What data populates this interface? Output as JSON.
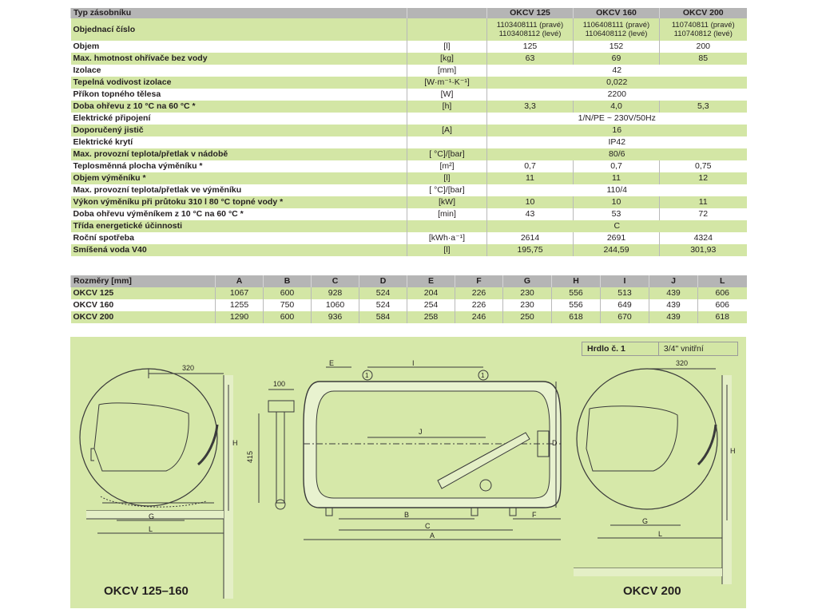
{
  "spec": {
    "header": {
      "label": "Typ zásobníku",
      "models": [
        "OKCV 125",
        "OKCV 160",
        "OKCV 200"
      ]
    },
    "order": {
      "label": "Objednací číslo",
      "codes": [
        [
          "1103408111 (pravé)",
          "1103408112 (levé)"
        ],
        [
          "1106408111 (pravé)",
          "1106408112 (levé)"
        ],
        [
          "110740811 (pravé)",
          "110740812 (levé)"
        ]
      ]
    },
    "rows": [
      {
        "label": "Objem",
        "unit": "[l]",
        "values": [
          "125",
          "152",
          "200"
        ]
      },
      {
        "label": "Max. hmotnost ohřívače bez vody",
        "unit": "[kg]",
        "values": [
          "63",
          "69",
          "85"
        ]
      },
      {
        "label": "Izolace",
        "unit": "[mm]",
        "value": "42"
      },
      {
        "label": "Tepelná vodivost izolace",
        "unit": "[W·m⁻¹·K⁻¹]",
        "value": "0,022"
      },
      {
        "label": "Příkon topného tělesa",
        "unit": "[W]",
        "value": "2200"
      },
      {
        "label": "Doba ohřevu z 10 °C na 60 °C *",
        "unit": "[h]",
        "values": [
          "3,3",
          "4,0",
          "5,3"
        ]
      },
      {
        "label": "Elektrické připojení",
        "unit": "",
        "value": "1/N/PE ~ 230V/50Hz"
      },
      {
        "label": "Doporučený jistič",
        "unit": "[A]",
        "value": "16"
      },
      {
        "label": "Elektrické krytí",
        "unit": "",
        "value": "IP42"
      },
      {
        "label": "Max. provozní teplota/přetlak v nádobě",
        "unit": "[ °C]/[bar]",
        "value": "80/6"
      },
      {
        "label": "Teplosměnná plocha výměníku *",
        "unit": "[m²]",
        "values": [
          "0,7",
          "0,7",
          "0,75"
        ]
      },
      {
        "label": "Objem výměníku *",
        "unit": "[l]",
        "values": [
          "11",
          "11",
          "12"
        ]
      },
      {
        "label": "Max. provozní teplota/přetlak ve výměníku",
        "unit": "[ °C]/[bar]",
        "value": "110/4"
      },
      {
        "label": "Výkon výměníku při průtoku 310 l 80 °C topné vody *",
        "unit": "[kW]",
        "values": [
          "10",
          "10",
          "11"
        ]
      },
      {
        "label": "Doba ohřevu výměníkem z 10 °C na 60 °C *",
        "unit": "[min]",
        "values": [
          "43",
          "53",
          "72"
        ]
      },
      {
        "label": "Třída energetické účinnosti",
        "unit": "",
        "value": "C"
      },
      {
        "label": "Roční spotřeba",
        "unit": "[kWh·a⁻¹]",
        "values": [
          "2614",
          "2691",
          "4324"
        ]
      },
      {
        "label": "Smíšená voda V40",
        "unit": "[l]",
        "values": [
          "195,75",
          "244,59",
          "301,93"
        ]
      }
    ]
  },
  "dims": {
    "header": {
      "label": "Rozměry [mm]",
      "cols": [
        "A",
        "B",
        "C",
        "D",
        "E",
        "F",
        "G",
        "H",
        "I",
        "J",
        "L"
      ]
    },
    "rows": [
      {
        "label": "OKCV 125",
        "values": [
          "1067",
          "600",
          "928",
          "524",
          "204",
          "226",
          "230",
          "556",
          "513",
          "439",
          "606"
        ]
      },
      {
        "label": "OKCV 160",
        "values": [
          "1255",
          "750",
          "1060",
          "524",
          "254",
          "226",
          "230",
          "556",
          "649",
          "439",
          "606"
        ]
      },
      {
        "label": "OKCV 200",
        "values": [
          "1290",
          "600",
          "936",
          "584",
          "258",
          "246",
          "250",
          "618",
          "670",
          "439",
          "618"
        ]
      }
    ]
  },
  "drawing": {
    "hrdlo": {
      "label": "Hrdlo č. 1",
      "value": "3/4\" vnitřní"
    },
    "caption_left": "OKCV 125–160",
    "caption_right": "OKCV 200",
    "dims_left": {
      "top": "320",
      "h": "H",
      "g": "G",
      "l": "L"
    },
    "bracket": {
      "top": "100",
      "side": "415"
    },
    "tank": {
      "e": "E",
      "i": "I",
      "j": "J",
      "d": "D",
      "b": "B",
      "c": "C",
      "a": "A",
      "f": "F",
      "marker": "1"
    },
    "dims_right": {
      "top": "320",
      "h": "H",
      "g": "G",
      "l": "L"
    }
  },
  "colors": {
    "green": "#d3e6a5",
    "header_grey": "#b5b5b5",
    "drawing_bg": "#d6e8a9",
    "line": "#3a3a3a"
  }
}
